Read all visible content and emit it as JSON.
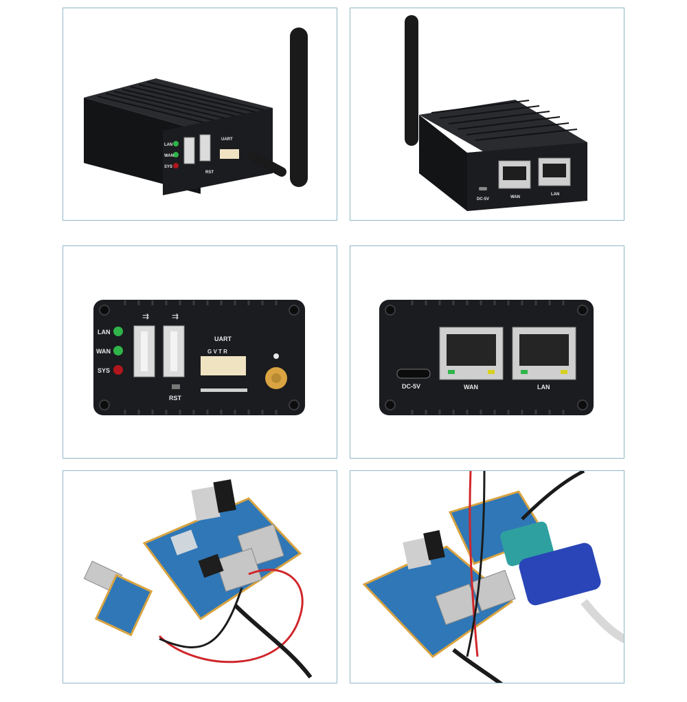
{
  "labels": {
    "lan": "LAN",
    "wan": "WAN",
    "sys": "SYS",
    "rst": "RST",
    "uart": "UART",
    "gvtr": "G V T R",
    "dc5v": "DC-5V"
  },
  "colors": {
    "panel_border": "#8fb8c6",
    "case_black": "#1b1c1f",
    "led_green": "#2fb44a",
    "led_red": "#b0161b",
    "pcb_blue": "#2f77b7",
    "gold": "#d9a441",
    "cable_red": "#d0262a",
    "vga_blue": "#2a45b8"
  }
}
